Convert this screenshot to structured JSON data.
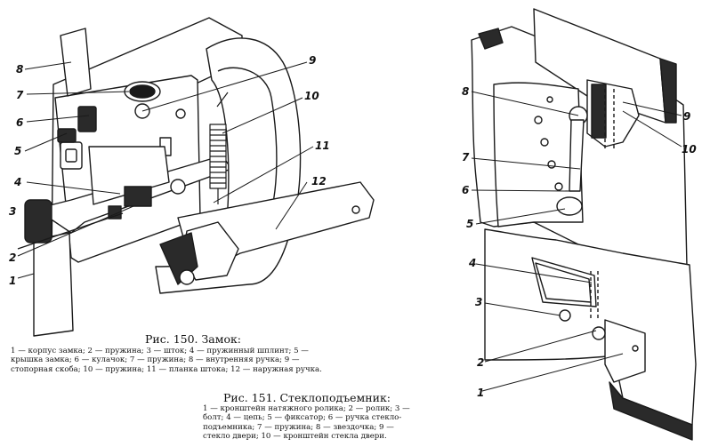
{
  "figure150": {
    "callouts": [
      "1",
      "2",
      "3",
      "4",
      "5",
      "6",
      "7",
      "8",
      "9",
      "10",
      "11",
      "12"
    ],
    "caption_title": "Рис. 150. Замок:",
    "caption_lines": [
      "1 — корпус замка; 2 — пружина; 3 — шток; 4 — пружинный шплинт; 5 —",
      "крышка замка; 6 — кулачок; 7 — пружина; 8 — внутренняя ручка; 9 —",
      "стопорная скоба; 10 — пружина; 11 — планка штока; 12 — наружная ручка."
    ]
  },
  "figure151": {
    "callouts": [
      "1",
      "2",
      "3",
      "4",
      "5",
      "6",
      "7",
      "8",
      "9",
      "10"
    ],
    "caption_title": "Рис. 151. Стеклоподъемник:",
    "caption_lines": [
      "1 — кронштейн натяжного ролика; 2 — ролик; 3 —",
      "болт; 4 — цепь; 5 — фиксатор; 6 — ручка стекло-",
      "подъемника; 7 — пружина; 8 — звездочка; 9 —",
      "стекло двери; 10 — кронштейн стекла двери."
    ]
  },
  "colors": {
    "ink": "#1a1a1a",
    "paper": "#ffffff",
    "shade": "#2a2a2a"
  }
}
